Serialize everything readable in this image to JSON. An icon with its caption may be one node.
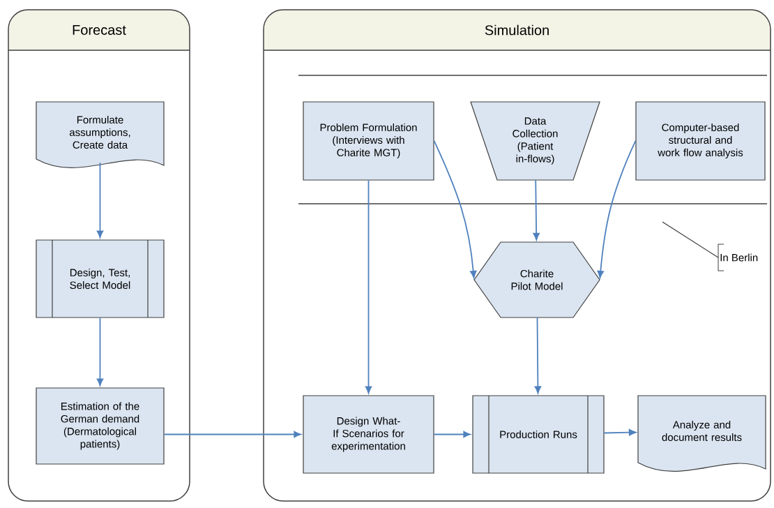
{
  "diagram": {
    "nodes": [
      {
        "text": [
          "Forecast"
        ]
      },
      {
        "text": [
          "Simulation"
        ]
      },
      {
        "text": [
          "Formulate assumptions, Create data"
        ],
        "in": 0
      },
      {
        "text": [
          "Design, Test, Select Model"
        ],
        "in": 0
      },
      {
        "text": [
          "Estimation of the German demand (Dermatological patients)"
        ],
        "in": 0
      },
      {
        "text": [
          "Problem Formulation (Interviews with Charite MGT)"
        ],
        "in": 1
      },
      {
        "text": [
          "Data Collection (Patient in-flows)"
        ],
        "in": 1
      },
      {
        "text": [
          "Computer-based structural and work flow analysis"
        ],
        "in": 1
      },
      {
        "text": [
          "Charite Pilot Model"
        ],
        "in": 1
      },
      {
        "text": [
          "Design What-If Scenarios for experimentation"
        ],
        "in": 1
      },
      {
        "text": [
          "Production Runs"
        ],
        "in": 1
      },
      {
        "text": [
          "Analyze and document results"
        ],
        "in": 1
      },
      {
        "text": [
          "In Berlin"
        ],
        "in": 1
      }
    ],
    "edges": [
      {
        "from": 2,
        "to": 3,
        "arrow": "to"
      },
      {
        "from": 3,
        "to": 4,
        "arrow": "to"
      },
      {
        "from": 4,
        "to": 9,
        "arrow": "to"
      },
      {
        "from": 5,
        "to": 9,
        "arrow": "to"
      },
      {
        "from": 5,
        "to": 8,
        "arrow": "to"
      },
      {
        "from": 6,
        "to": 8,
        "arrow": "to"
      },
      {
        "from": 7,
        "to": 8,
        "arrow": "to"
      },
      {
        "from": 8,
        "to": 10,
        "arrow": "to"
      },
      {
        "from": 9,
        "to": 10,
        "arrow": "to"
      },
      {
        "from": 10,
        "to": 11,
        "arrow": "to"
      },
      {
        "from": 12,
        "to": null,
        "arrow": "none",
        "color": "#333333"
      }
    ]
  }
}
